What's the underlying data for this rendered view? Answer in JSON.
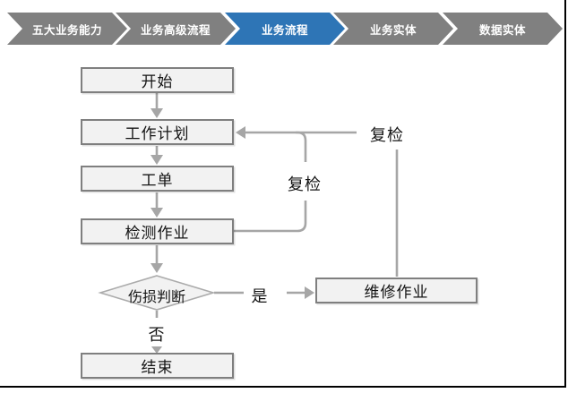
{
  "breadcrumb": {
    "items": [
      {
        "label": "五大业务能力",
        "active": false
      },
      {
        "label": "业务高级流程",
        "active": false
      },
      {
        "label": "业务流程",
        "active": true
      },
      {
        "label": "业务实体",
        "active": false
      },
      {
        "label": "数据实体",
        "active": false
      }
    ],
    "active_color": "#2E75B6",
    "inactive_color": "#808080"
  },
  "flowchart": {
    "nodes": {
      "start": {
        "label": "开始",
        "shape": "rect"
      },
      "work_plan": {
        "label": "工作计划",
        "shape": "rect"
      },
      "work_order": {
        "label": "工单",
        "shape": "rect"
      },
      "inspection": {
        "label": "检测作业",
        "shape": "rect"
      },
      "decision": {
        "label": "伤损判断",
        "shape": "diamond"
      },
      "repair": {
        "label": "维修作业",
        "shape": "rect"
      },
      "end": {
        "label": "结束",
        "shape": "rect"
      }
    },
    "edge_labels": {
      "recheck_inner": "复检",
      "recheck_outer": "复检",
      "yes": "是",
      "no": "否"
    },
    "line_color": "#A6A6A6",
    "node_fill": "#F2F2F2",
    "node_border": "#7F7F7F"
  }
}
